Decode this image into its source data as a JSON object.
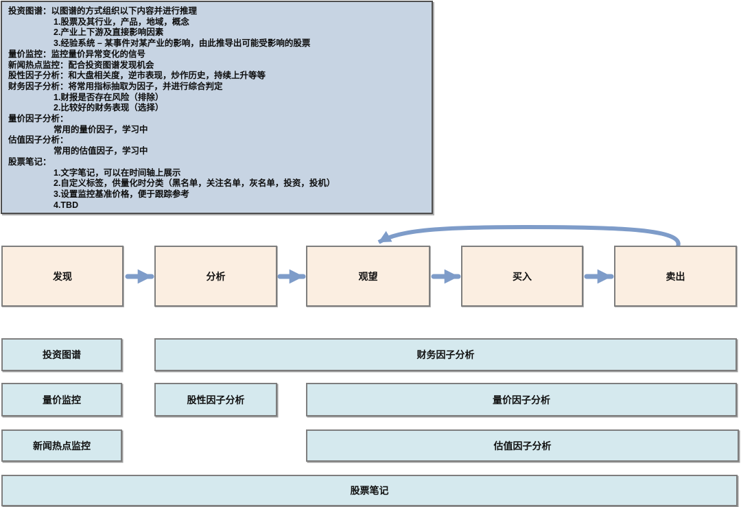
{
  "colors": {
    "arrow": "#7E9CC9",
    "notes_bg": "#C7D4E3",
    "flow_bg": "#FBEEE1",
    "block_bg": "#D5E9EE"
  },
  "notes_panel": {
    "lines": [
      {
        "indent": 0,
        "text": "投资图谱：以图谱的方式组织以下内容并进行推理"
      },
      {
        "indent": 1,
        "text": "1.股票及其行业，产品，地域，概念"
      },
      {
        "indent": 1,
        "text": "2.产业上下游及直接影响因素"
      },
      {
        "indent": 1,
        "text": "3.经验系统 – 某事件对某产业的影响，由此推导出可能受影响的股票"
      },
      {
        "indent": 0,
        "text": "量价监控：监控量价异常变化的信号"
      },
      {
        "indent": 0,
        "text": "新闻热点监控：配合投资图谱发现机会"
      },
      {
        "indent": 0,
        "text": "股性因子分析：和大盘相关度，逆市表现，炒作历史，持续上升等等"
      },
      {
        "indent": 0,
        "text": "财务因子分析：将常用指标抽取为因子，并进行综合判定"
      },
      {
        "indent": 1,
        "text": "1.财报是否存在风险（排除）"
      },
      {
        "indent": 1,
        "text": "2.比较好的财务表现（选择）"
      },
      {
        "indent": 0,
        "text": "量价因子分析："
      },
      {
        "indent": 1,
        "text": "常用的量价因子，学习中"
      },
      {
        "indent": 0,
        "text": "估值因子分析："
      },
      {
        "indent": 1,
        "text": "常用的估值因子，学习中"
      },
      {
        "indent": 0,
        "text": "股票笔记："
      },
      {
        "indent": 1,
        "text": "1.文字笔记，可以在时间轴上展示"
      },
      {
        "indent": 1,
        "text": "2.自定义标签，供量化时分类（黑名单，关注名单，灰名单，投资，投机）"
      },
      {
        "indent": 1,
        "text": "3.设置监控基准价格，便于跟踪参考"
      },
      {
        "indent": 1,
        "text": "4.TBD"
      }
    ]
  },
  "flow": {
    "nodes": [
      {
        "label": "发现"
      },
      {
        "label": "分析"
      },
      {
        "label": "观望"
      },
      {
        "label": "买入"
      },
      {
        "label": "卖出"
      }
    ]
  },
  "blocks": {
    "investment_graph": "投资图谱",
    "financial_factor": "财务因子分析",
    "price_volume_monitor": "量价监控",
    "stock_character_factor": "股性因子分析",
    "price_volume_factor": "量价因子分析",
    "news_hotspot_monitor": "新闻热点监控",
    "valuation_factor": "估值因子分析",
    "stock_notes": "股票笔记"
  }
}
